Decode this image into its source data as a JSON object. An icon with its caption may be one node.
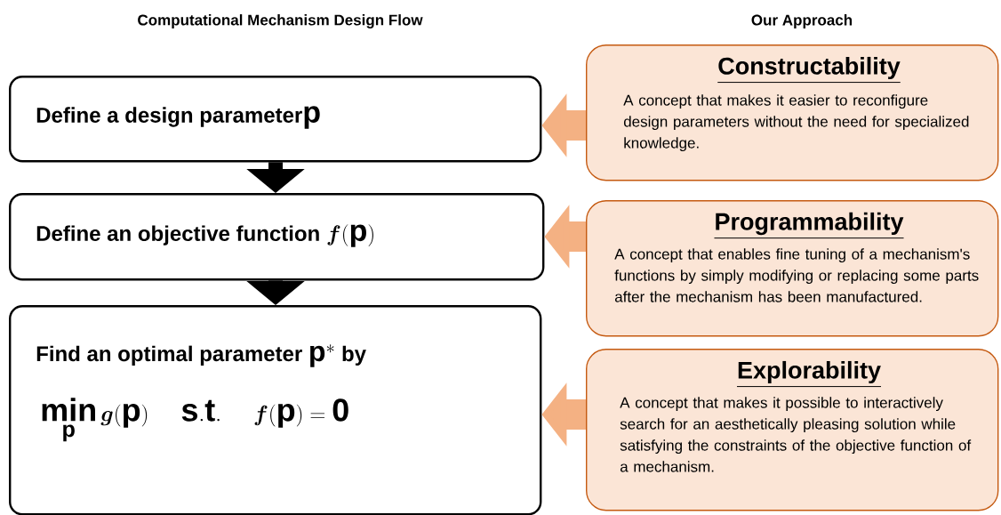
{
  "diagram": {
    "nodes": [
      {
        "text": [
          "Define a design parameter",
          "\\mathbf{p}"
        ]
      },
      {
        "text": [
          "Define an objective function",
          "\\boldsymbol{f}(\\mathbf{p})"
        ]
      },
      {
        "text": [
          "Find an optimal parameter",
          "\\mathbf{p}^{*}",
          "by",
          "\\mathop{\\mathbf{min}}\\limits_{\\mathbf{p}} \\boldsymbol{g}(\\mathbf{p}) \\quad \\mathbf{s.t.} \\quad \\boldsymbol{f}(\\mathbf{p}) = \\mathbf{0}"
        ]
      },
      {
        "text": [
          "Constructability",
          "A concept that makes it easier to reconfigure design parameters without the need for specialized knowledge."
        ]
      },
      {
        "text": [
          "Programmability",
          "A concept that enables fine tuning of a mechanism's functions by simply modifying or replacing some parts after the mechanism has been manufactured."
        ]
      },
      {
        "text": [
          "Explorability",
          "A concept that makes it possible to interactively search for an aesthetically pleasing solution while satisfying the constraints of the objective function of a mechanism."
        ]
      }
    ],
    "edges": [
      {
        "from": 0,
        "to": 1,
        "arrow": "to",
        "color": "#000000"
      },
      {
        "from": 1,
        "to": 2,
        "arrow": "to",
        "color": "#000000"
      },
      {
        "from": 3,
        "to": 0,
        "arrow": "to"
      },
      {
        "from": 4,
        "to": 1,
        "arrow": "to"
      },
      {
        "from": 5,
        "to": 2,
        "arrow": "to"
      }
    ],
    "labels": [
      "Computational Mechanism Design Flow",
      "Our Approach"
    ]
  }
}
